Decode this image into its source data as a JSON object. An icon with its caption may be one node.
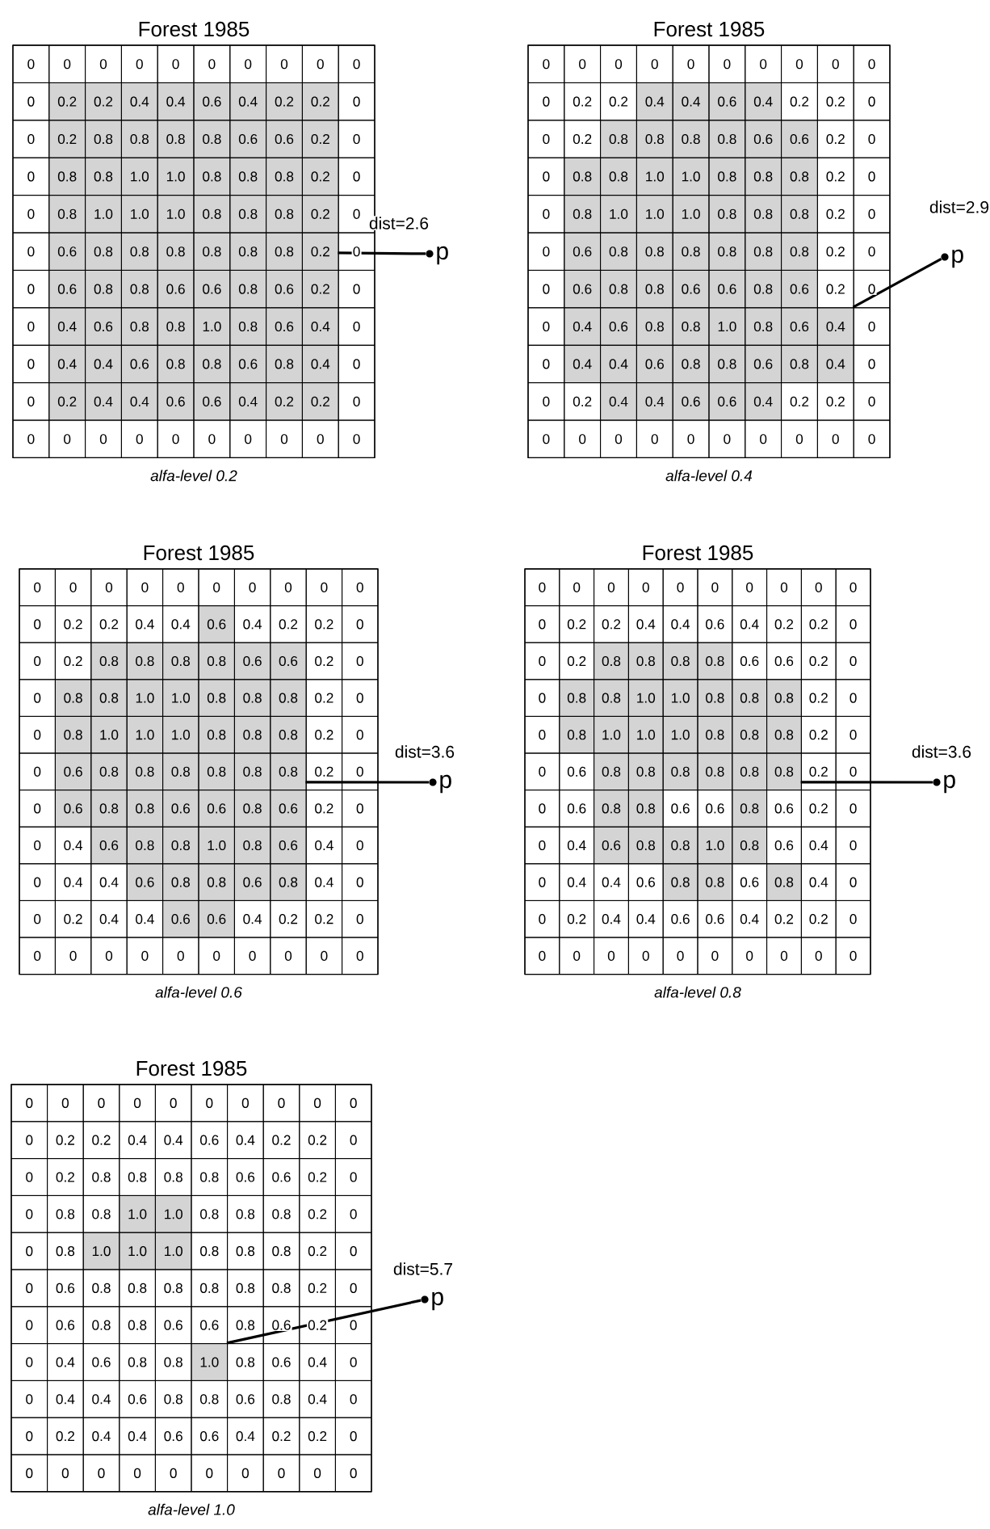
{
  "diagram": {
    "nodes": [
      {
        "text": [
          "Forest 1985"
        ],
        "beside": [
          "alfa-level 0.2"
        ]
      },
      {
        "text": [
          "p"
        ]
      },
      {
        "text": [
          "Forest 1985"
        ],
        "beside": [
          "alfa-level 0.4"
        ]
      },
      {
        "text": [
          "p"
        ]
      },
      {
        "text": [
          "Forest 1985"
        ],
        "beside": [
          "alfa-level 0.6"
        ]
      },
      {
        "text": [
          "p"
        ]
      },
      {
        "text": [
          "Forest 1985"
        ],
        "beside": [
          "alfa-level 0.8"
        ]
      },
      {
        "text": [
          "p"
        ]
      },
      {
        "text": [
          "Forest 1985"
        ],
        "beside": [
          "alfa-level 1.0"
        ]
      },
      {
        "text": [
          "p"
        ]
      }
    ],
    "edges": [
      {
        "from": 0,
        "to": 1,
        "arrow": "none",
        "label": "dist=2.6"
      },
      {
        "from": 2,
        "to": 3,
        "arrow": "none",
        "label": "dist=2.9"
      },
      {
        "from": 4,
        "to": 5,
        "arrow": "none",
        "label": "dist=3.6"
      },
      {
        "from": 6,
        "to": 7,
        "arrow": "none",
        "label": "dist=3.6"
      },
      {
        "from": 8,
        "to": 9,
        "arrow": "none",
        "label": "dist=5.7"
      }
    ],
    "labels": [
      "0",
      "0",
      "0",
      "0",
      "0",
      "0",
      "0",
      "0",
      "0",
      "0",
      "0",
      "0.2",
      "0.2",
      "0.4",
      "0.4",
      "0.6",
      "0.4",
      "0.2",
      "0.2",
      "0",
      "0",
      "0.2",
      "0.8",
      "0.8",
      "0.8",
      "0.8",
      "0.6",
      "0.6",
      "0.2",
      "0",
      "0",
      "0.8",
      "0.8",
      "1.0",
      "1.0",
      "0.8",
      "0.8",
      "0.8",
      "0.2",
      "0",
      "0",
      "0.8",
      "1.0",
      "1.0",
      "1.0",
      "0.8",
      "0.8",
      "0.8",
      "0.2",
      "0",
      "0",
      "0.6",
      "0.8",
      "0.8",
      "0.8",
      "0.8",
      "0.8",
      "0.8",
      "0.2",
      "0",
      "0",
      "0.6",
      "0.8",
      "0.8",
      "0.6",
      "0.6",
      "0.8",
      "0.6",
      "0.2",
      "0",
      "0",
      "0.4",
      "0.6",
      "0.8",
      "0.8",
      "1.0",
      "0.8",
      "0.6",
      "0.4",
      "0",
      "0",
      "0.4",
      "0.4",
      "0.6",
      "0.8",
      "0.8",
      "0.6",
      "0.8",
      "0.4",
      "0",
      "0",
      "0.2",
      "0.4",
      "0.4",
      "0.6",
      "0.6",
      "0.4",
      "0.2",
      "0.2",
      "0",
      "0",
      "0",
      "0",
      "0",
      "0",
      "0",
      "0",
      "0",
      "0",
      "0",
      "0",
      "0",
      "0",
      "0",
      "0",
      "0",
      "0",
      "0",
      "0",
      "0",
      "0",
      "0.2",
      "0.2",
      "0.4",
      "0.4",
      "0.6",
      "0.4",
      "0.2",
      "0.2",
      "0",
      "0",
      "0.2",
      "0.8",
      "0.8",
      "0.8",
      "0.8",
      "0.6",
      "0.6",
      "0.2",
      "0",
      "0",
      "0.8",
      "0.8",
      "1.0",
      "1.0",
      "0.8",
      "0.8",
      "0.8",
      "0.2",
      "0",
      "0",
      "0.8",
      "1.0",
      "1.0",
      "1.0",
      "0.8",
      "0.8",
      "0.8",
      "0.2",
      "0",
      "0",
      "0.6",
      "0.8",
      "0.8",
      "0.8",
      "0.8",
      "0.8",
      "0.8",
      "0.2",
      "0",
      "0",
      "0.6",
      "0.8",
      "0.8",
      "0.6",
      "0.6",
      "0.8",
      "0.6",
      "0.2",
      "0",
      "0",
      "0.4",
      "0.6",
      "0.8",
      "0.8",
      "1.0",
      "0.8",
      "0.6",
      "0.4",
      "0",
      "0",
      "0.4",
      "0.4",
      "0.6",
      "0.8",
      "0.8",
      "0.6",
      "0.8",
      "0.4",
      "0",
      "0",
      "0.2",
      "0.4",
      "0.4",
      "0.6",
      "0.6",
      "0.4",
      "0.2",
      "0.2",
      "0",
      "0",
      "0",
      "0",
      "0",
      "0",
      "0",
      "0",
      "0",
      "0",
      "0",
      "0",
      "0",
      "0",
      "0",
      "0",
      "0",
      "0",
      "0",
      "0",
      "0",
      "0",
      "0.2",
      "0.2",
      "0.4",
      "0.4",
      "0.6",
      "0.4",
      "0.2",
      "0.2",
      "0",
      "0",
      "0.2",
      "0.8",
      "0.8",
      "0.8",
      "0.8",
      "0.6",
      "0.6",
      "0.2",
      "0",
      "0",
      "0.8",
      "0.8",
      "1.0",
      "1.0",
      "0.8",
      "0.8",
      "0.8",
      "0.2",
      "0",
      "0",
      "0.8",
      "1.0",
      "1.0",
      "1.0",
      "0.8",
      "0.8",
      "0.8",
      "0.2",
      "0",
      "0",
      "0.6",
      "0.8",
      "0.8",
      "0.8",
      "0.8",
      "0.8",
      "0.8",
      "0.2",
      "0",
      "0",
      "0.6",
      "0.8",
      "0.8",
      "0.6",
      "0.6",
      "0.8",
      "0.6",
      "0.2",
      "0",
      "0",
      "0.4",
      "0.6",
      "0.8",
      "0.8",
      "1.0",
      "0.8",
      "0.6",
      "0.4",
      "0",
      "0",
      "0.4",
      "0.4",
      "0.6",
      "0.8",
      "0.8",
      "0.6",
      "0.8",
      "0.4",
      "0",
      "0",
      "0.2",
      "0.4",
      "0.4",
      "0.6",
      "0.6",
      "0.4",
      "0.2",
      "0.2",
      "0",
      "0",
      "0",
      "0",
      "0",
      "0",
      "0",
      "0",
      "0",
      "0",
      "0",
      "0",
      "0",
      "0",
      "0",
      "0",
      "0",
      "0",
      "0",
      "0",
      "0",
      "0",
      "0.2",
      "0.2",
      "0.4",
      "0.4",
      "0.6",
      "0.4",
      "0.2",
      "0.2",
      "0",
      "0",
      "0.2",
      "0.8",
      "0.8",
      "0.8",
      "0.8",
      "0.6",
      "0.6",
      "0.2",
      "0",
      "0",
      "0.8",
      "0.8",
      "1.0",
      "1.0",
      "0.8",
      "0.8",
      "0.8",
      "0.2",
      "0",
      "0",
      "0.8",
      "1.0",
      "1.0",
      "1.0",
      "0.8",
      "0.8",
      "0.8",
      "0.2",
      "0",
      "0",
      "0.6",
      "0.8",
      "0.8",
      "0.8",
      "0.8",
      "0.8",
      "0.8",
      "0.2",
      "0",
      "0",
      "0.6",
      "0.8",
      "0.8",
      "0.6",
      "0.6",
      "0.8",
      "0.6",
      "0.2",
      "0",
      "0",
      "0.4",
      "0.6",
      "0.8",
      "0.8",
      "1.0",
      "0.8",
      "0.6",
      "0.4",
      "0",
      "0",
      "0.4",
      "0.4",
      "0.6",
      "0.8",
      "0.8",
      "0.6",
      "0.8",
      "0.4",
      "0",
      "0",
      "0.2",
      "0.4",
      "0.4",
      "0.6",
      "0.6",
      "0.4",
      "0.2",
      "0.2",
      "0",
      "0",
      "0",
      "0",
      "0",
      "0",
      "0",
      "0",
      "0",
      "0",
      "0",
      "0",
      "0",
      "0",
      "0",
      "0",
      "0",
      "0",
      "0",
      "0",
      "0",
      "0",
      "0.2",
      "0.2",
      "0.4",
      "0.4",
      "0.6",
      "0.4",
      "0.2",
      "0.2",
      "0",
      "0",
      "0.2",
      "0.8",
      "0.8",
      "0.8",
      "0.8",
      "0.6",
      "0.6",
      "0.2",
      "0",
      "0",
      "0.8",
      "0.8",
      "1.0",
      "1.0",
      "0.8",
      "0.8",
      "0.8",
      "0.2",
      "0",
      "0",
      "0.8",
      "1.0",
      "1.0",
      "1.0",
      "0.8",
      "0.8",
      "0.8",
      "0.2",
      "0",
      "0",
      "0.6",
      "0.8",
      "0.8",
      "0.8",
      "0.8",
      "0.8",
      "0.8",
      "0.2",
      "0",
      "0",
      "0.6",
      "0.8",
      "0.8",
      "0.6",
      "0.6",
      "0.8",
      "0.6",
      "0.2",
      "0",
      "0",
      "0.4",
      "0.6",
      "0.8",
      "0.8",
      "1.0",
      "0.8",
      "0.6",
      "0.4",
      "0",
      "0",
      "0.4",
      "0.4",
      "0.6",
      "0.8",
      "0.8",
      "0.6",
      "0.8",
      "0.4",
      "0",
      "0",
      "0.2",
      "0.4",
      "0.4",
      "0.6",
      "0.6",
      "0.4",
      "0.2",
      "0.2",
      "0",
      "0",
      "0",
      "0",
      "0",
      "0",
      "0",
      "0",
      "0",
      "0",
      "0"
    ]
  }
}
